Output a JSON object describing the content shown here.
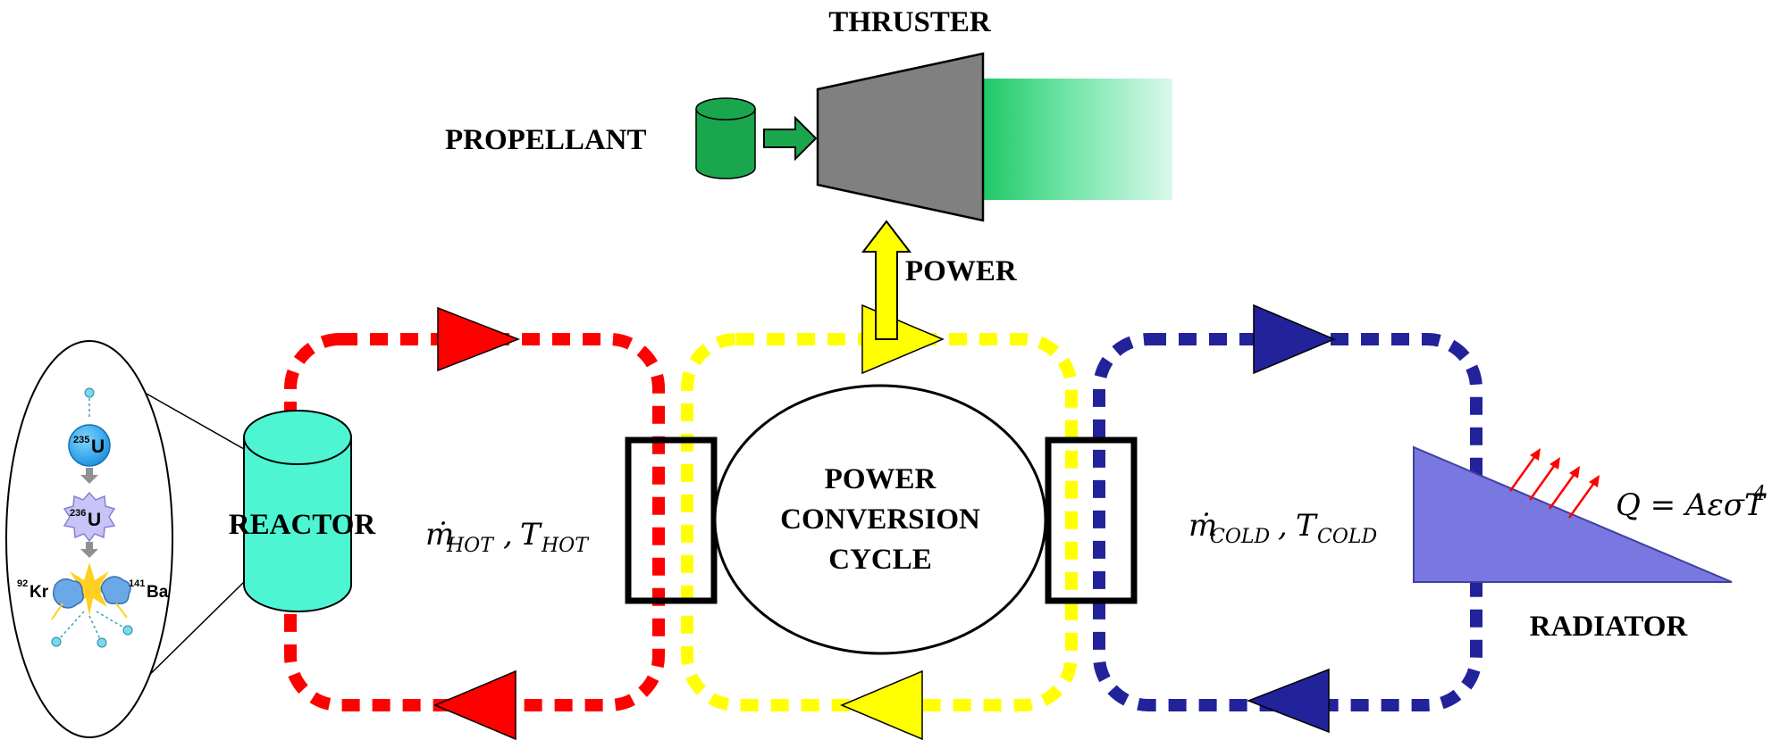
{
  "labels": {
    "thruster": "THRUSTER",
    "propellant": "PROPELLANT",
    "power": "POWER",
    "reactor": "REACTOR",
    "pcc_line1": "POWER",
    "pcc_line2": "CONVERSION",
    "pcc_line3": "CYCLE",
    "radiator": "RADIATOR"
  },
  "equations": {
    "hot_m": "ṁ",
    "hot_m_sub": "HOT",
    "hot_sep": ",",
    "hot_t": "T",
    "hot_t_sub": "HOT",
    "cold_m": "ṁ",
    "cold_m_sub": "COLD",
    "cold_sep": ",",
    "cold_t": "T",
    "cold_t_sub": "COLD",
    "radiation": "Q = AεσT",
    "radiation_exp": "4"
  },
  "fission": {
    "u235_mass": "235",
    "u235_sym": "U",
    "u236_mass": "236",
    "u236_sym": "U",
    "kr_mass": "92",
    "kr_sym": "Kr",
    "ba_mass": "141",
    "ba_sym": "Ba"
  },
  "colors": {
    "hot_loop": "#ff0000",
    "power_loop": "#ffff00",
    "cold_loop": "#22229a",
    "reactor": "#4df5d2",
    "propellant": "#1aa64d",
    "thruster": "#808080",
    "radiator": "#7878e0"
  }
}
